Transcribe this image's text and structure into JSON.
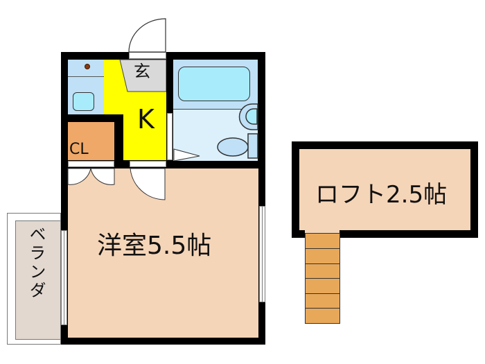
{
  "floorplan": {
    "rooms": {
      "entrance": {
        "label": "玄",
        "color": "#d9d9d9"
      },
      "kitchen": {
        "label": "K",
        "color": "#ffff00"
      },
      "closet": {
        "label": "CL",
        "color": "#f0a868"
      },
      "washroom": {
        "color": "#bfe0f7"
      },
      "bathroom": {
        "color": "#dcf0fc",
        "tub_color": "#a8ecfc",
        "tub_area_color": "#bfe0f7"
      },
      "western_room": {
        "label": "洋室5.5帖",
        "color": "#f5d5b8"
      },
      "balcony": {
        "label": "ベランダ",
        "color": "#e2d8d0"
      },
      "loft": {
        "label": "ロフト2.5帖",
        "color": "#f5d5b8"
      },
      "stairs": {
        "steps": 6,
        "color": "#e8a85a"
      }
    },
    "wall_color": "#000000"
  }
}
